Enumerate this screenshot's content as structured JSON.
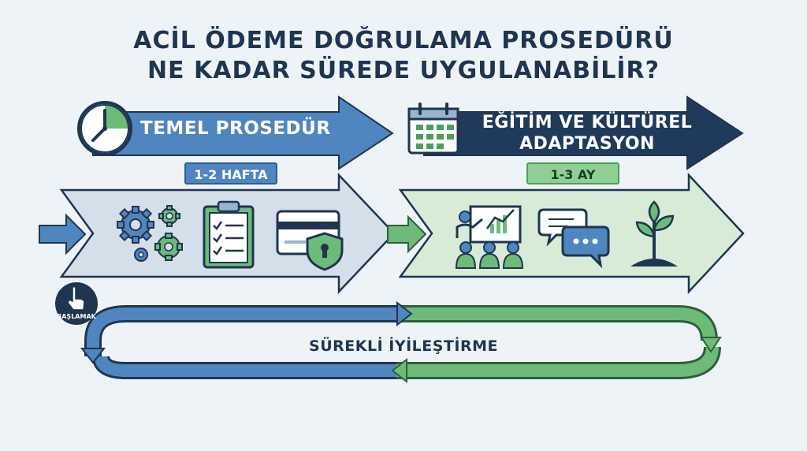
{
  "title": {
    "line1": "ACİL ÖDEME DOĞRULAMA PROSEDÜRÜ",
    "line2": "NE KADAR SÜREDE UYGULANABİLİR?"
  },
  "phases": [
    {
      "label": "TEMEL PROSEDÜR",
      "duration": "1-2 HAFTA",
      "color": "#4f86bf",
      "icons": [
        "clock-icon",
        "gears-icon",
        "checklist-icon",
        "credit-card-shield-icon"
      ]
    },
    {
      "label_line1": "EĞİTİM VE KÜLTÜREL",
      "label_line2": "ADAPTASYON",
      "duration": "1-3 AY",
      "color": "#1f3a5a",
      "icons": [
        "calendar-icon",
        "presentation-icon",
        "chat-bubbles-icon",
        "plant-icon"
      ]
    }
  ],
  "loop": {
    "label": "SÜREKLİ İYİLEŞTİRME"
  },
  "start": {
    "label": "BAŞLAMAK"
  },
  "colors": {
    "navy": "#1f3550",
    "blue": "#4f86bf",
    "dark_navy": "#1f3a5a",
    "green": "#6dbb78",
    "light_blue": "#d5dfea",
    "light_green": "#d7ebd6"
  }
}
